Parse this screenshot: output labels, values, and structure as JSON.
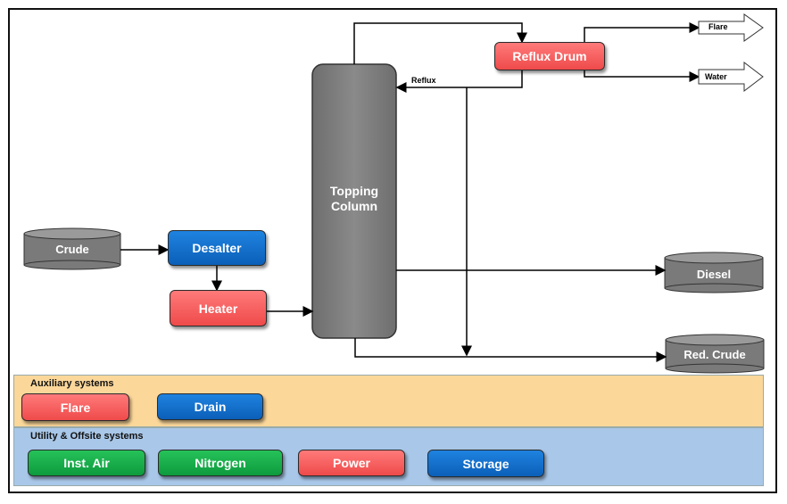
{
  "diagram": {
    "column": {
      "line1": "Topping",
      "line2": "Column"
    },
    "reflux_drum": "Reflux Drum",
    "reflux_label": "Reflux",
    "outlets": {
      "flare": "Flare",
      "water": "Water"
    },
    "tanks": {
      "crude": "Crude",
      "diesel": "Diesel",
      "red_crude": "Red. Crude"
    },
    "units": {
      "desalter": "Desalter",
      "heater": "Heater"
    }
  },
  "auxiliary": {
    "title": "Auxiliary systems",
    "items": [
      {
        "label": "Flare",
        "color": "red"
      },
      {
        "label": "Drain",
        "color": "blue"
      }
    ]
  },
  "utility": {
    "title": "Utility & Offsite systems",
    "items": [
      {
        "label": "Inst. Air",
        "color": "green"
      },
      {
        "label": "Nitrogen",
        "color": "green"
      },
      {
        "label": "Power",
        "color": "red"
      },
      {
        "label": "Storage",
        "color": "blue"
      }
    ]
  },
  "colors": {
    "red": "#ef4a4a",
    "blue": "#0b5fb8",
    "green": "#0d9a3e",
    "gray": "#7a7a7a",
    "aux_band": "#fbd79a",
    "util_band": "#a9c7e8"
  }
}
